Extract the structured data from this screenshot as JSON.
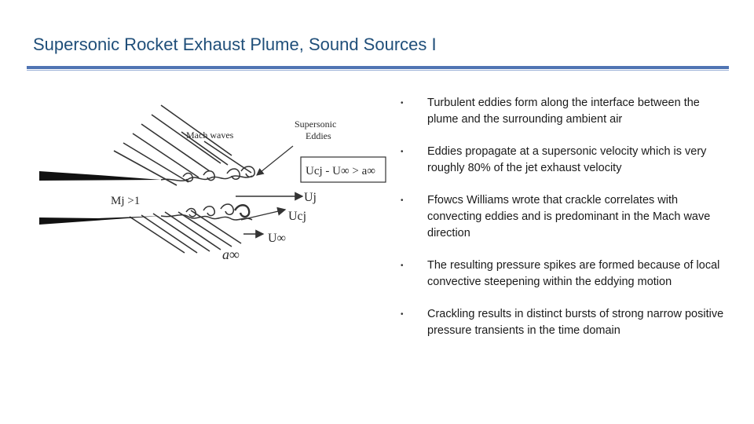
{
  "slide": {
    "title": "Supersonic Rocket Exhaust Plume, Sound Sources I"
  },
  "diagram": {
    "label_mach_waves": "Mach waves",
    "label_supersonic": "Supersonic",
    "label_eddies": "Eddies",
    "label_condition": "Ucj - U∞ > a∞",
    "label_mj": "Mj >1",
    "label_uj": "Uj",
    "label_ucj": "Ucj",
    "label_uinf": "U∞",
    "label_ainf": "a∞"
  },
  "bullets": [
    {
      "marker": "•",
      "text": "Turbulent eddies form along the interface between the plume and the surrounding ambient air"
    },
    {
      "marker": "•",
      "text": "Eddies propagate at a supersonic velocity which is very roughly 80% of the jet exhaust velocity"
    },
    {
      "marker": "•",
      "text": "Ffowcs Williams wrote that crackle correlates with convecting eddies and is predominant in the Mach wave direction"
    },
    {
      "marker": "•",
      "text": "The resulting pressure spikes are formed because of local convective steepening within the eddying motion"
    },
    {
      "marker": "•",
      "text": "Crackling results in distinct bursts of strong narrow positive pressure transients in the time domain"
    }
  ]
}
